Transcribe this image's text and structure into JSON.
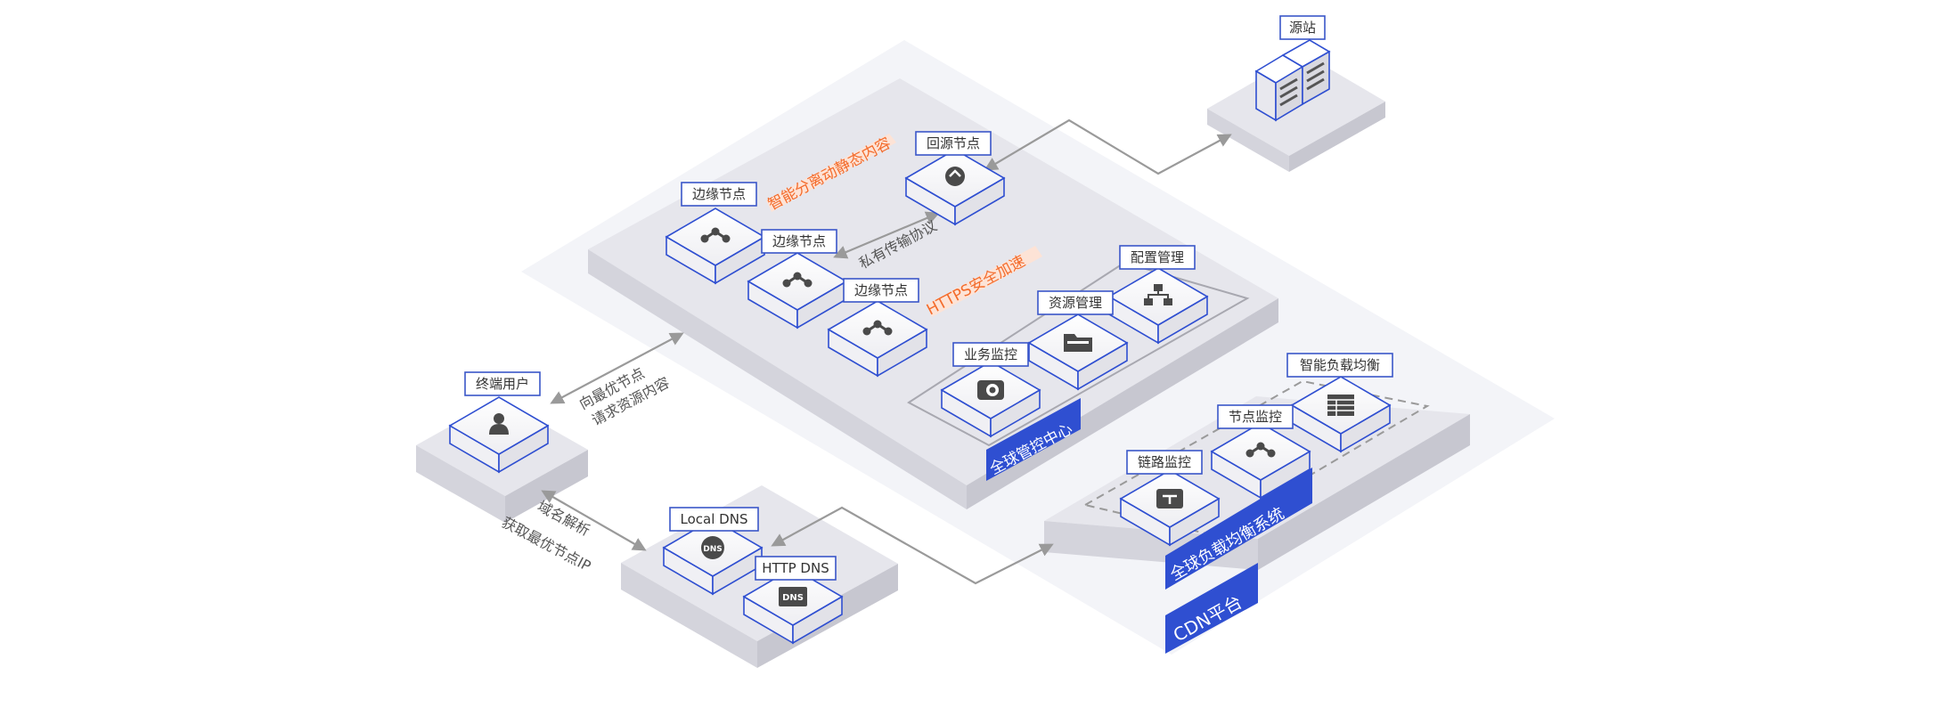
{
  "labels": {
    "origin": "源站",
    "return_node": "回源节点",
    "edge_node_1": "边缘节点",
    "edge_node_2": "边缘节点",
    "edge_node_3": "边缘节点",
    "config_mgmt": "配置管理",
    "resource_mgmt": "资源管理",
    "business_monitor": "业务监控",
    "global_control_center": "全球管控中心",
    "smart_lb": "智能负载均衡",
    "node_monitor": "节点监控",
    "link_monitor": "链路监控",
    "global_lb_system": "全球负载均衡系统",
    "cdn_platform": "CDN平台",
    "end_user": "终端用户",
    "local_dns": "Local DNS",
    "http_dns": "HTTP DNS"
  },
  "annotations": {
    "smart_separation": "智能分离动静态内容",
    "private_protocol": "私有传输协议",
    "https_accel": "HTTPS安全加速",
    "request_line1": "向最优节点",
    "request_line2": "请求资源内容",
    "dns_line1": "域名解析",
    "dns_line2": "获取最优节点IP"
  },
  "icons": {
    "edge": "share-nodes-icon",
    "return": "recycle-icon",
    "config": "hierarchy-icon",
    "resource": "folder-icon",
    "monitor": "camera-icon",
    "lb": "table-icon",
    "node": "share-nodes-icon",
    "link": "network-icon",
    "user": "user-icon",
    "dns": "globe-dns-icon",
    "dns_text": "DNS",
    "server": "server-icon"
  },
  "colors": {
    "accent_blue": "#2f4fd1",
    "label_blue": "#3a56c8",
    "orange_text": "#f36b2b",
    "orange_bg": "#fde3d6",
    "platform": "#e9e9ef",
    "arrow": "#9a9a9a"
  }
}
